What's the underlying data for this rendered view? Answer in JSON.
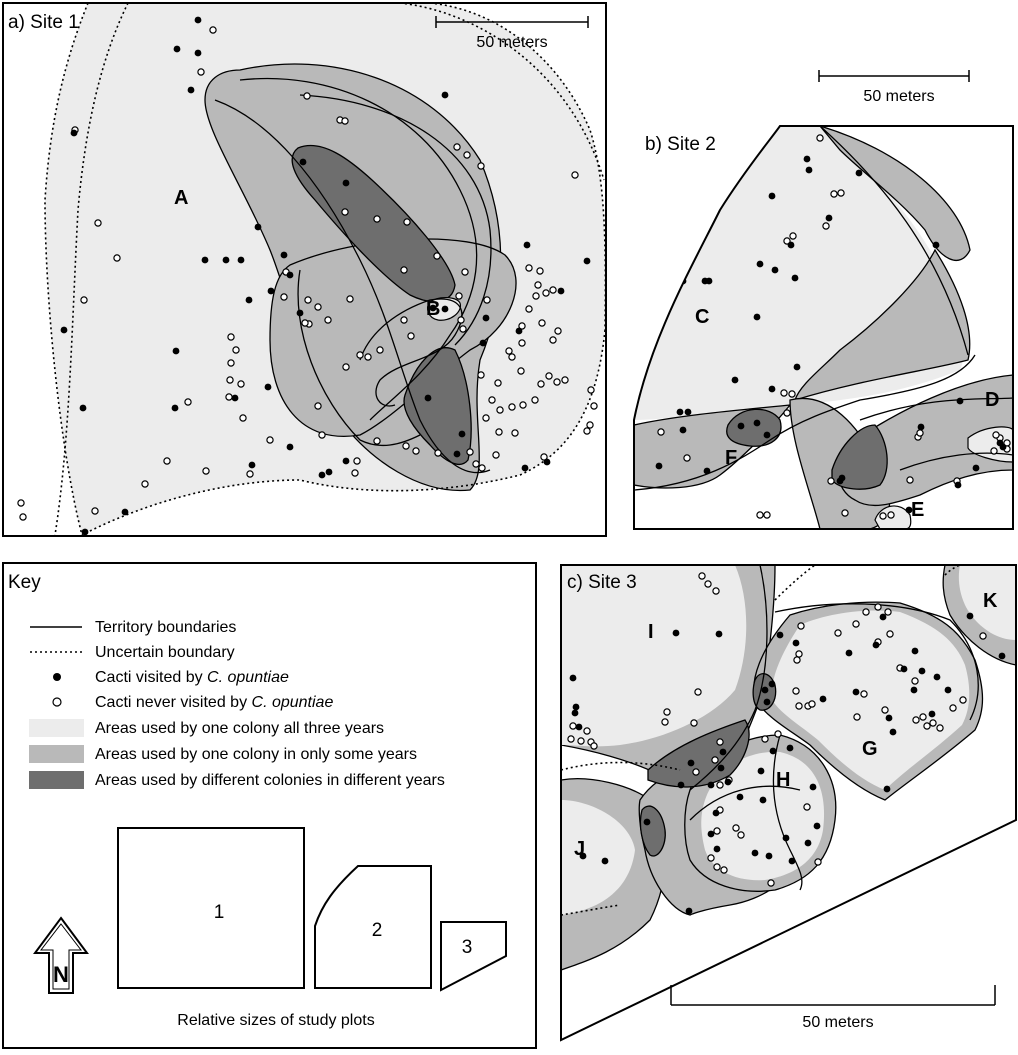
{
  "panels": {
    "site1": {
      "title": "a) Site 1",
      "scale": "50 meters",
      "labels": {
        "A": "A",
        "B": "B"
      },
      "visited": [
        [
          198,
          20
        ],
        [
          177,
          49
        ],
        [
          198,
          53
        ],
        [
          74,
          133
        ],
        [
          191,
          90
        ],
        [
          445,
          95
        ],
        [
          303,
          162
        ],
        [
          346,
          183
        ],
        [
          258,
          227
        ],
        [
          284,
          255
        ],
        [
          205,
          260
        ],
        [
          226,
          260
        ],
        [
          241,
          260
        ],
        [
          271,
          291
        ],
        [
          249,
          300
        ],
        [
          290,
          275
        ],
        [
          176,
          351
        ],
        [
          175,
          408
        ],
        [
          83,
          408
        ],
        [
          64,
          330
        ],
        [
          125,
          512
        ],
        [
          85,
          532
        ],
        [
          300,
          313
        ],
        [
          445,
          309
        ],
        [
          428,
          398
        ],
        [
          462,
          434
        ],
        [
          457,
          454
        ],
        [
          322,
          475
        ],
        [
          329,
          472
        ],
        [
          346,
          461
        ],
        [
          519,
          331
        ],
        [
          527,
          245
        ],
        [
          587,
          261
        ],
        [
          561,
          291
        ],
        [
          486,
          318
        ],
        [
          483,
          343
        ],
        [
          547,
          462
        ],
        [
          525,
          468
        ],
        [
          433,
          308
        ],
        [
          268,
          387
        ],
        [
          235,
          398
        ],
        [
          252,
          465
        ],
        [
          290,
          447
        ]
      ],
      "unvisited": [
        [
          213,
          30
        ],
        [
          201,
          72
        ],
        [
          75,
          130
        ],
        [
          117,
          258
        ],
        [
          84,
          300
        ],
        [
          98,
          223
        ],
        [
          307,
          96
        ],
        [
          340,
          120
        ],
        [
          345,
          121
        ],
        [
          457,
          147
        ],
        [
          467,
          155
        ],
        [
          481,
          166
        ],
        [
          575,
          175
        ],
        [
          407,
          222
        ],
        [
          377,
          219
        ],
        [
          345,
          212
        ],
        [
          465,
          272
        ],
        [
          437,
          256
        ],
        [
          404,
          270
        ],
        [
          286,
          272
        ],
        [
          284,
          297
        ],
        [
          308,
          300
        ],
        [
          318,
          307
        ],
        [
          350,
          299
        ],
        [
          328,
          320
        ],
        [
          309,
          324
        ],
        [
          305,
          323
        ],
        [
          360,
          355
        ],
        [
          380,
          350
        ],
        [
          411,
          336
        ],
        [
          404,
          320
        ],
        [
          461,
          320
        ],
        [
          459,
          296
        ],
        [
          487,
          300
        ],
        [
          529,
          268
        ],
        [
          540,
          271
        ],
        [
          538,
          285
        ],
        [
          536,
          296
        ],
        [
          546,
          293
        ],
        [
          553,
          290
        ],
        [
          529,
          309
        ],
        [
          522,
          326
        ],
        [
          542,
          323
        ],
        [
          553,
          340
        ],
        [
          558,
          331
        ],
        [
          522,
          343
        ],
        [
          509,
          351
        ],
        [
          521,
          371
        ],
        [
          541,
          384
        ],
        [
          557,
          382
        ],
        [
          565,
          380
        ],
        [
          549,
          376
        ],
        [
          591,
          390
        ],
        [
          594,
          406
        ],
        [
          590,
          425
        ],
        [
          587,
          431
        ],
        [
          535,
          400
        ],
        [
          499,
          432
        ],
        [
          515,
          433
        ],
        [
          496,
          455
        ],
        [
          476,
          464
        ],
        [
          482,
          468
        ],
        [
          544,
          457
        ],
        [
          470,
          452
        ],
        [
          498,
          383
        ],
        [
          512,
          407
        ],
        [
          500,
          410
        ],
        [
          486,
          418
        ],
        [
          438,
          453
        ],
        [
          416,
          451
        ],
        [
          406,
          446
        ],
        [
          377,
          441
        ],
        [
          357,
          461
        ],
        [
          355,
          473
        ],
        [
          322,
          435
        ],
        [
          318,
          406
        ],
        [
          270,
          440
        ],
        [
          250,
          474
        ],
        [
          231,
          337
        ],
        [
          236,
          350
        ],
        [
          241,
          384
        ],
        [
          230,
          380
        ],
        [
          229,
          397
        ],
        [
          243,
          418
        ],
        [
          188,
          402
        ],
        [
          206,
          471
        ],
        [
          167,
          461
        ],
        [
          145,
          484
        ],
        [
          95,
          511
        ],
        [
          21,
          503
        ],
        [
          23,
          517
        ],
        [
          231,
          363
        ],
        [
          346,
          367
        ],
        [
          368,
          357
        ],
        [
          463,
          329
        ],
        [
          481,
          375
        ],
        [
          492,
          400
        ],
        [
          523,
          405
        ],
        [
          512,
          357
        ]
      ]
    },
    "site2": {
      "title": "b) Site 2",
      "scale": "50 meters",
      "labels": {
        "C": "C",
        "D": "D",
        "E": "E",
        "F": "F"
      },
      "visited": [
        [
          807,
          159
        ],
        [
          809,
          170
        ],
        [
          859,
          173
        ],
        [
          772,
          196
        ],
        [
          829,
          218
        ],
        [
          791,
          245
        ],
        [
          936,
          245
        ],
        [
          760,
          264
        ],
        [
          775,
          270
        ],
        [
          795,
          278
        ],
        [
          705,
          281
        ],
        [
          683,
          281
        ],
        [
          709,
          281
        ],
        [
          757,
          317
        ],
        [
          797,
          367
        ],
        [
          772,
          389
        ],
        [
          735,
          380
        ],
        [
          680,
          412
        ],
        [
          688,
          412
        ],
        [
          683,
          430
        ],
        [
          757,
          423
        ],
        [
          767,
          435
        ],
        [
          741,
          426
        ],
        [
          707,
          471
        ],
        [
          659,
          466
        ],
        [
          840,
          481
        ],
        [
          842,
          478
        ],
        [
          960,
          401
        ],
        [
          921,
          427
        ],
        [
          1000,
          443
        ],
        [
          1003,
          447
        ],
        [
          976,
          468
        ],
        [
          958,
          485
        ],
        [
          909,
          510
        ]
      ],
      "unvisited": [
        [
          820,
          138
        ],
        [
          834,
          194
        ],
        [
          841,
          193
        ],
        [
          826,
          226
        ],
        [
          793,
          236
        ],
        [
          787,
          241
        ],
        [
          661,
          432
        ],
        [
          687,
          458
        ],
        [
          784,
          393
        ],
        [
          792,
          394
        ],
        [
          787,
          413
        ],
        [
          831,
          481
        ],
        [
          845,
          513
        ],
        [
          883,
          516
        ],
        [
          891,
          515
        ],
        [
          760,
          515
        ],
        [
          767,
          515
        ],
        [
          910,
          480
        ],
        [
          918,
          437
        ],
        [
          920,
          433
        ],
        [
          1000,
          438
        ],
        [
          1007,
          443
        ],
        [
          1007,
          449
        ],
        [
          996,
          435
        ],
        [
          994,
          451
        ],
        [
          957,
          481
        ]
      ]
    },
    "site3": {
      "title": "c) Site 3",
      "scale": "50 meters",
      "labels": {
        "G": "G",
        "H": "H",
        "I": "I",
        "J": "J",
        "K": "K"
      },
      "visited": [
        [
          676,
          633
        ],
        [
          719,
          634
        ],
        [
          780,
          635
        ],
        [
          573,
          678
        ],
        [
          575,
          713
        ],
        [
          554,
          738
        ],
        [
          579,
          727
        ],
        [
          576,
          707
        ],
        [
          681,
          785
        ],
        [
          691,
          763
        ],
        [
          721,
          768
        ],
        [
          723,
          752
        ],
        [
          728,
          782
        ],
        [
          711,
          785
        ],
        [
          796,
          643
        ],
        [
          883,
          617
        ],
        [
          849,
          653
        ],
        [
          876,
          645
        ],
        [
          915,
          651
        ],
        [
          922,
          671
        ],
        [
          937,
          677
        ],
        [
          948,
          690
        ],
        [
          914,
          690
        ],
        [
          889,
          718
        ],
        [
          893,
          732
        ],
        [
          887,
          789
        ],
        [
          932,
          714
        ],
        [
          904,
          669
        ],
        [
          856,
          692
        ],
        [
          823,
          699
        ],
        [
          772,
          684
        ],
        [
          761,
          771
        ],
        [
          773,
          751
        ],
        [
          790,
          748
        ],
        [
          813,
          787
        ],
        [
          763,
          800
        ],
        [
          740,
          797
        ],
        [
          716,
          813
        ],
        [
          711,
          834
        ],
        [
          717,
          849
        ],
        [
          755,
          853
        ],
        [
          769,
          856
        ],
        [
          786,
          838
        ],
        [
          808,
          843
        ],
        [
          817,
          826
        ],
        [
          792,
          861
        ],
        [
          647,
          822
        ],
        [
          583,
          856
        ],
        [
          605,
          861
        ],
        [
          689,
          911
        ],
        [
          970,
          616
        ],
        [
          1002,
          656
        ],
        [
          767,
          702
        ],
        [
          765,
          690
        ]
      ],
      "unvisited": [
        [
          702,
          576
        ],
        [
          708,
          584
        ],
        [
          716,
          591
        ],
        [
          698,
          692
        ],
        [
          694,
          723
        ],
        [
          715,
          760
        ],
        [
          720,
          742
        ],
        [
          720,
          785
        ],
        [
          729,
          780
        ],
        [
          667,
          712
        ],
        [
          665,
          722
        ],
        [
          696,
          772
        ],
        [
          571,
          739
        ],
        [
          581,
          741
        ],
        [
          591,
          742
        ],
        [
          594,
          746
        ],
        [
          587,
          731
        ],
        [
          573,
          726
        ],
        [
          801,
          626
        ],
        [
          799,
          654
        ],
        [
          797,
          660
        ],
        [
          796,
          691
        ],
        [
          808,
          706
        ],
        [
          838,
          633
        ],
        [
          856,
          624
        ],
        [
          866,
          612
        ],
        [
          878,
          607
        ],
        [
          888,
          612
        ],
        [
          890,
          634
        ],
        [
          878,
          642
        ],
        [
          900,
          668
        ],
        [
          915,
          681
        ],
        [
          916,
          720
        ],
        [
          923,
          717
        ],
        [
          927,
          726
        ],
        [
          933,
          723
        ],
        [
          940,
          728
        ],
        [
          953,
          708
        ],
        [
          963,
          700
        ],
        [
          857,
          717
        ],
        [
          885,
          710
        ],
        [
          864,
          694
        ],
        [
          799,
          706
        ],
        [
          812,
          704
        ],
        [
          765,
          739
        ],
        [
          778,
          734
        ],
        [
          720,
          810
        ],
        [
          736,
          828
        ],
        [
          741,
          835
        ],
        [
          717,
          831
        ],
        [
          711,
          858
        ],
        [
          717,
          867
        ],
        [
          724,
          870
        ],
        [
          771,
          883
        ],
        [
          807,
          807
        ],
        [
          818,
          862
        ],
        [
          983,
          636
        ]
      ]
    }
  },
  "key": {
    "title": "Key",
    "items": [
      {
        "kind": "solid-line",
        "label": "Territory boundaries"
      },
      {
        "kind": "dotted-line",
        "label": "Uncertain boundary"
      },
      {
        "kind": "filled-dot",
        "label": "Cacti visited by ",
        "italic": "C. opuntiae"
      },
      {
        "kind": "open-dot",
        "label": "Cacti never visited by ",
        "italic": "C. opuntiae"
      },
      {
        "kind": "swatch",
        "color": "#ececec",
        "label": "Areas used by one colony all three years"
      },
      {
        "kind": "swatch",
        "color": "#b9b9b9",
        "label": "Areas used by one colony in only some years"
      },
      {
        "kind": "swatch",
        "color": "#6e6e6e",
        "label": "Areas used by different colonies in different years"
      }
    ],
    "north": "N",
    "plots": [
      "1",
      "2",
      "3"
    ],
    "plots_caption": "Relative sizes of study plots"
  }
}
